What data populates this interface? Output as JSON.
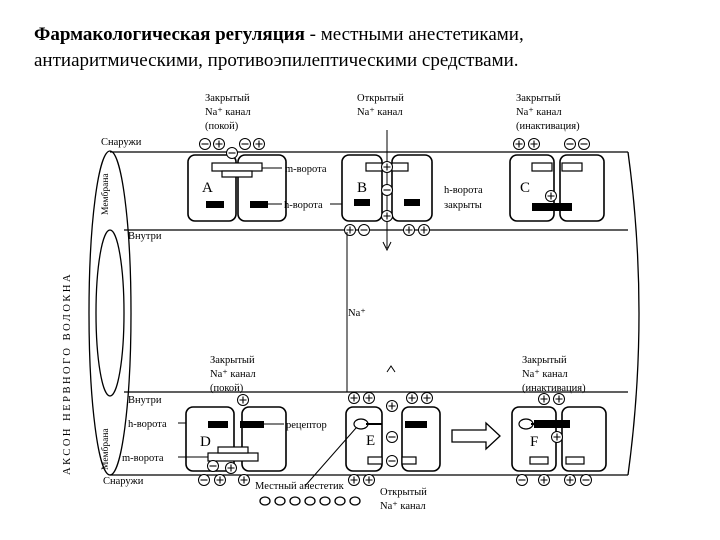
{
  "title": {
    "bold": "Фармакологическая регуляция",
    "rest": " - местными анестетиками, антиаритмическими, противоэпилептическими средствами."
  },
  "side": {
    "axon": "АКСОН НЕРВНОГО ВОЛОКНА",
    "membrane": "Мембрана"
  },
  "top": {
    "outside": "Снаружи",
    "inside": "Внутри",
    "a": {
      "line1": "Закрытый",
      "line2": "Na⁺ канал",
      "line3": "(покой)",
      "letter": "A"
    },
    "b": {
      "line1": "Открытый",
      "line2": "Na⁺ канал",
      "letter": "B"
    },
    "c": {
      "line1": "Закрытый",
      "line2": "Na⁺ канал",
      "line3": "(инактивация)",
      "letter": "C"
    },
    "m_gate": "m-ворота",
    "h_gate": "h-ворота",
    "h_gate_closed1": "h-ворота",
    "h_gate_closed2": "закрыты"
  },
  "na_center": "Na⁺",
  "bottom": {
    "inside": "Внутри",
    "outside": "Снаружи",
    "d": {
      "line1": "Закрытый",
      "line2": "Na⁺ канал",
      "line3": "(покой)",
      "letter": "D"
    },
    "e": {
      "letter": "E",
      "open1": "Открытый",
      "open2": "Na⁺ канал"
    },
    "f": {
      "line1": "Закрытый",
      "line2": "Na⁺ канал",
      "line3": "(инактивация)",
      "letter": "F"
    },
    "h_gate": "h-ворота",
    "m_gate": "m-ворота",
    "receptor": "рецептор",
    "anesthetic": "Местный анестетик"
  },
  "colors": {
    "ink": "#000000",
    "paper": "#ffffff"
  }
}
